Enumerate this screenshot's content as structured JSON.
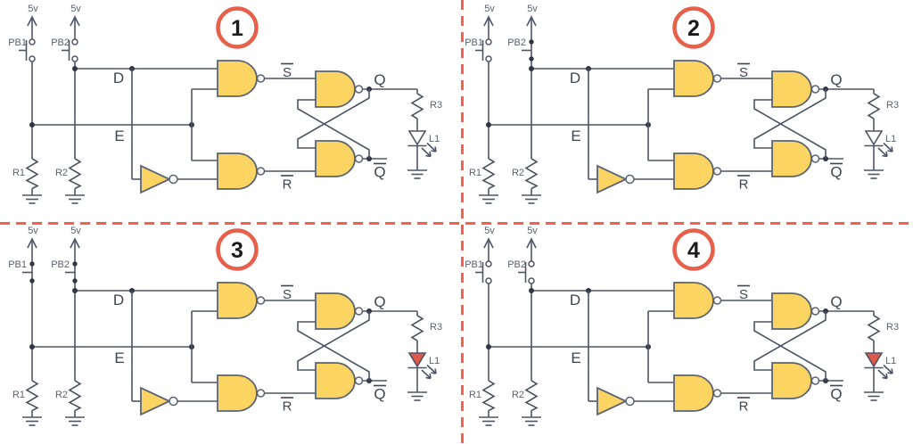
{
  "colors": {
    "wire": "#4d5565",
    "label": "#3d4451",
    "small_label": "#59626f",
    "gate_fill": "#fcd462",
    "gate_stroke": "#5b6474",
    "junction": "#2f3642",
    "divider": "#f2614d",
    "badge_ring": "#e7604b",
    "badge_text": "#1b1b1b",
    "led_on": "#e2574c",
    "led_off": "#ffffff",
    "background": "#ffffff"
  },
  "circuit_labels": {
    "supply": "5v",
    "pb1": "PB1",
    "pb2": "PB2",
    "r1": "R1",
    "r2": "R2",
    "r3": "R3",
    "led": "L1",
    "data_input": "D",
    "enable_input": "E",
    "set_bar": "S",
    "reset_bar": "R",
    "q": "Q",
    "q_bar": "Q"
  },
  "quadrants": [
    {
      "number": "1",
      "pb1": "open",
      "pb2": "open",
      "led": "off"
    },
    {
      "number": "2",
      "pb1": "open",
      "pb2": "pressed",
      "led": "off"
    },
    {
      "number": "3",
      "pb1": "pressed",
      "pb2": "pressed",
      "led": "on"
    },
    {
      "number": "4",
      "pb1": "open",
      "pb2": "open",
      "led": "on"
    }
  ]
}
